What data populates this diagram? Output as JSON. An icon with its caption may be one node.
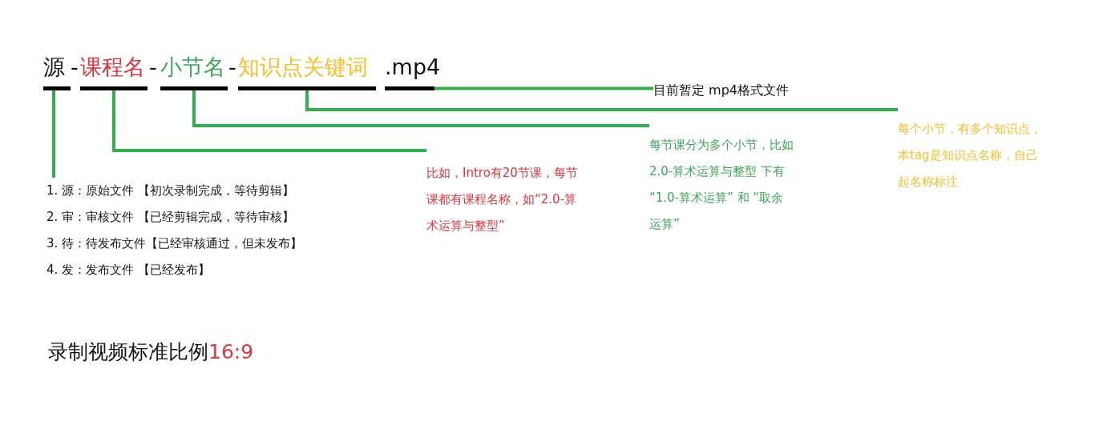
{
  "diagram": {
    "nodes": [
      {
        "text": [
          "源"
        ]
      },
      {
        "text": [
          "课程名"
        ]
      },
      {
        "text": [
          "小节名"
        ]
      },
      {
        "text": [
          "知识点关键词"
        ]
      },
      {
        "text": [
          ".mp4"
        ]
      },
      {
        "text": [
          "1. 源：原始文件 【初次录制完成，等待剪辑】",
          "2. 审：审核文件 【已经剪辑完成，等待审核】",
          "3. 待：待发布文件【已经审核通过，但未发布】",
          "4. 发：发布文件 【已经发布】"
        ]
      },
      {
        "text": [
          "比如，Intro有20节课，每节课都有课程名称，如“2.0-算术运算与整型”"
        ]
      },
      {
        "text": [
          "每节课分为多个小节，比如 2.0-算术运算与整型 下有 “1.0-算术运算” 和 “取余运算”"
        ]
      },
      {
        "text": [
          "每个小节，有多个知识点，本tag是知识点名称，自己起名称标注"
        ]
      },
      {
        "text": [
          "目前暂定 mp4格式文件"
        ]
      }
    ],
    "edges": [
      {
        "from": 0,
        "to": 5,
        "arrow": "none"
      },
      {
        "from": 1,
        "to": 6,
        "arrow": "none"
      },
      {
        "from": 2,
        "to": 7,
        "arrow": "none"
      },
      {
        "from": 3,
        "to": 8,
        "arrow": "none"
      },
      {
        "from": 4,
        "to": 9,
        "arrow": "none"
      }
    ],
    "labels": [
      "-",
      "-",
      "-",
      "录制视频标准比例",
      "16:9"
    ]
  }
}
